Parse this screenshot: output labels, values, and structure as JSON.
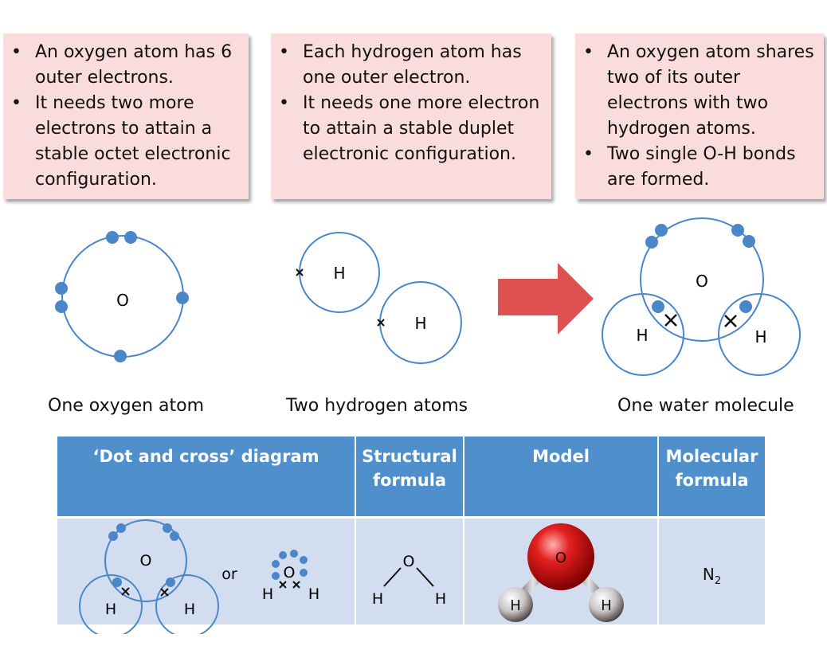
{
  "boxes": [
    {
      "items": [
        "An oxygen atom has 6 outer electrons.",
        "It needs two more electrons to attain a stable octet electronic configuration."
      ]
    },
    {
      "items": [
        "Each hydrogen atom has one outer electron.",
        "It needs one more electron to attain a stable duplet electronic configuration."
      ]
    },
    {
      "items": [
        "An oxygen atom shares two of its outer electrons with two hydrogen atoms.",
        "Two single O-H bonds are formed."
      ]
    }
  ],
  "labels": {
    "oxygen": "O",
    "hydrogen": "H"
  },
  "captions": {
    "oxygen": "One oxygen atom",
    "hydrogen": "Two hydrogen atoms",
    "water": "One water molecule"
  },
  "table": {
    "headers": [
      "‘Dot and cross’ diagram",
      "Structural formula",
      "Model",
      "Molecular formula"
    ],
    "or_text": "or",
    "formula": {
      "main": "N",
      "sub": "2"
    }
  },
  "colors": {
    "electron": "#4a86c8",
    "shell": "#4a86c8",
    "arrow": "#e05252",
    "box": "#fbdcdc",
    "header": "#4f8fcc",
    "cell": "#d2ddef"
  }
}
